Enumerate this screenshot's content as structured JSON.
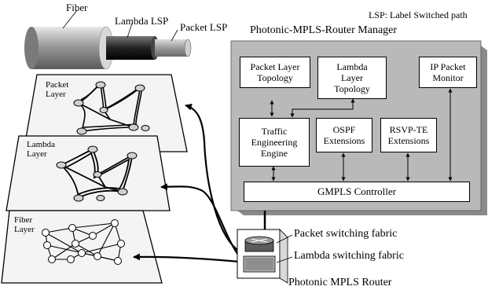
{
  "note": "LSP: Label Switched path",
  "cable": {
    "fiber": "Fiber",
    "lambda_lsp": "Lambda LSP",
    "packet_lsp": "Packet LSP"
  },
  "layers": {
    "packet": "Packet\nLayer",
    "lambda": "Lambda\nLayer",
    "fiber": "Fiber\nLayer"
  },
  "manager": {
    "title": "Photonic-MPLS-Router Manager",
    "packet_topology": "Packet Layer\nTopology",
    "lambda_topology": "Lambda\nLayer\nTopology",
    "ip_monitor": "IP Packet\nMonitor",
    "te_engine": "Traffic\nEngineering\nEngine",
    "ospf": "OSPF\nExtensions",
    "rsvp": "RSVP-TE\nExtensions",
    "gmpls": "GMPLS Controller"
  },
  "router": {
    "packet_fabric": "Packet switching fabric",
    "lambda_fabric": "Lambda switching fabric",
    "name": "Photonic MPLS Router"
  },
  "colors": {
    "manager_bg": "#b9b9b9",
    "manager_shadow": "#8a8a8a",
    "plane_fill": "#f4f4f4"
  }
}
